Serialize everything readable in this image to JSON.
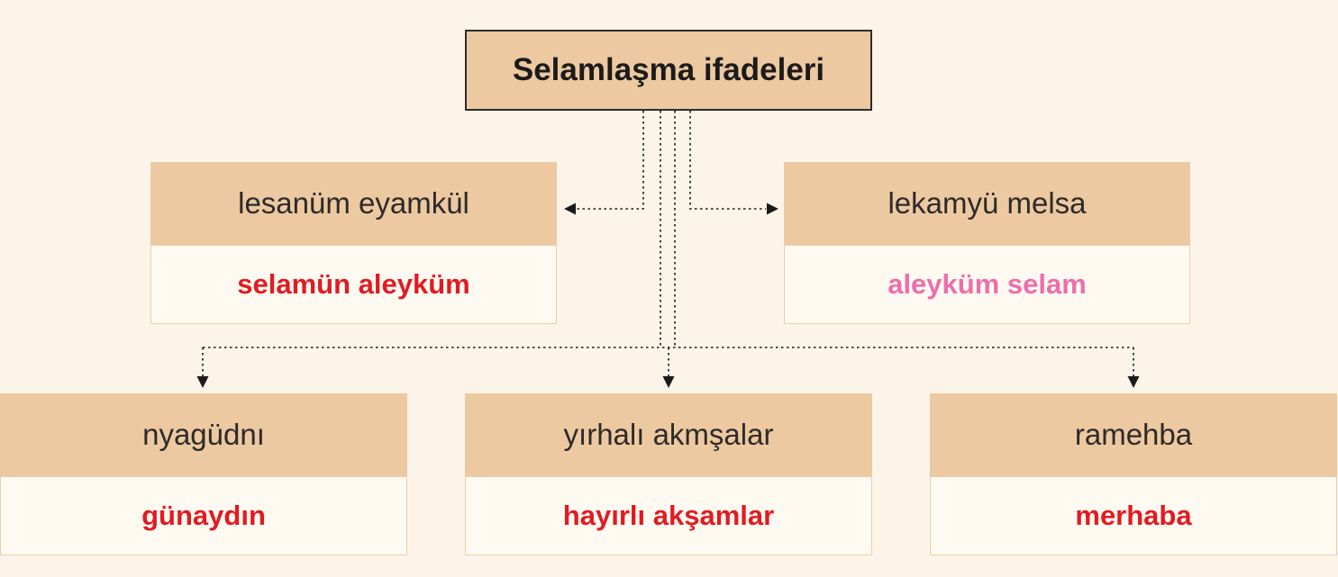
{
  "title": "Selamlaşma ifadeleri",
  "colors": {
    "background": "#fdf4e9",
    "box_fill": "#edc9a1",
    "answer_fill": "#fffaf1",
    "title_border": "#2e2c2a",
    "answer_red": "#e11b22",
    "answer_pink": "#ef6daa",
    "text": "#2e2a28"
  },
  "nodes": [
    {
      "id": "top-left",
      "scrambled": "lesanüm eyamkül",
      "answer": "selamün aleyküm",
      "answer_color": "red"
    },
    {
      "id": "top-right",
      "scrambled": "lekamyü melsa",
      "answer": "aleyküm selam",
      "answer_color": "pink"
    },
    {
      "id": "bottom-left",
      "scrambled": "nyagüdnı",
      "answer": "günaydın",
      "answer_color": "red"
    },
    {
      "id": "bottom-center",
      "scrambled": "yırhalı akmşalar",
      "answer": "hayırlı akşamlar",
      "answer_color": "red"
    },
    {
      "id": "bottom-right",
      "scrambled": "ramehba",
      "answer": "merhaba",
      "answer_color": "red"
    }
  ]
}
